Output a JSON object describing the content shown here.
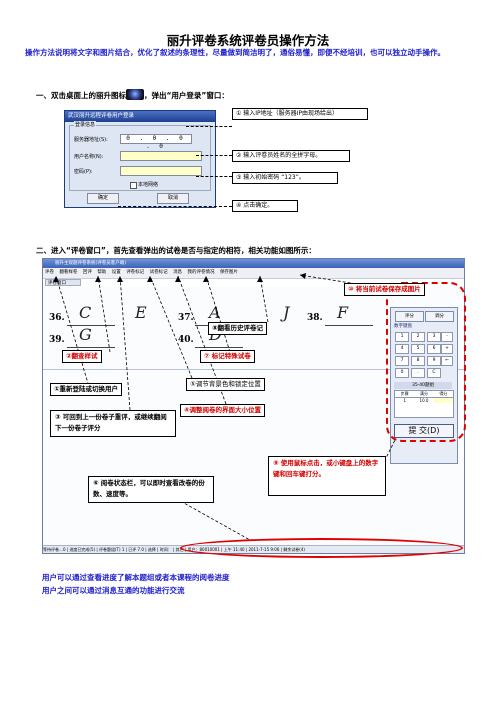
{
  "doc": {
    "title": "丽升评卷系统评卷员操作方法",
    "intro": "操作方法说明将文字和图片结合，优化了叙述的条理性，尽量做到简洁明了，通俗易懂，即便不经培训，也可以独立动手操作。",
    "section1": {
      "before_icon": "一、双击桌面上的丽升图标",
      "after_icon": "，弹出“用户登录”窗口："
    },
    "section2": "二、进入“评卷窗口”，首先查看弹出的试卷是否与指定的相符，相关功能如图所示：",
    "footer_lines": [
      "用户可以通过查看进度了解本题组或者本课程的阅卷进度",
      "用户之间可以通过消息互通的功能进行交流"
    ]
  },
  "login": {
    "window_title": "武汉丽升远程评卷用户登录",
    "group_legend": "登录信息",
    "server_label": "服务器地址(S):",
    "server_value": "0 . 0 . 0 . 0",
    "user_label": "用户名称(N):",
    "password_label": "密码(P):",
    "lan_label": "本地网络",
    "ok_button": "确定",
    "cancel_button": "取消",
    "callouts": [
      "① 输入IP地址（服务器IP由现场给出）",
      "② 输入评卷员姓名的全拼字母。",
      "③ 输入初始密码 “123”。",
      "④ 点击确定。"
    ]
  },
  "app": {
    "title": "丽升主观题评卷系统(评卷员客户端)",
    "menu": [
      "评卷",
      "翻看样卷",
      "回评",
      "帮助",
      "设置",
      "评卷标记",
      "试卷标记",
      "消息",
      "我的评卷情况",
      "保存图片"
    ],
    "tab": "评卷窗口",
    "questions": [
      {
        "num": "36.",
        "answer": "C"
      },
      {
        "num": "37.",
        "answer": "A"
      },
      {
        "num": "38.",
        "answer": "F"
      },
      {
        "num": "39.",
        "answer": "G"
      },
      {
        "num": "40.",
        "answer": "D"
      }
    ],
    "handwriting_right": [
      "E",
      "J"
    ],
    "keypad": {
      "tab_score": "评分",
      "tab_tune": "调分",
      "title": "数字键盘",
      "keys": [
        "1",
        "2",
        "3",
        "4",
        "5",
        "6",
        "7",
        "8",
        "9",
        "0",
        ".",
        "-",
        "+",
        "←",
        "C"
      ],
      "score_title": "35-40题组",
      "table_headers": [
        "步骤",
        "满分",
        "得分"
      ],
      "table_row": [
        "1",
        "10.0",
        ""
      ],
      "submit": "提 交(D)"
    },
    "statusbar": [
      "等待评卷…0",
      "进度已完成(5)",
      "评卷题组(T) 1",
      "已评 7.0",
      "选择",
      "时间：",
      "其它",
      "用户：80010001",
      "上午 11:40",
      "2011-7-15 9:06",
      "剩余试卷(4)"
    ]
  },
  "labels": {
    "save_image": "⑩ 将当前试卷保存成图片",
    "history": "⑧翻看历史评卷记",
    "sample": "②翻查样试",
    "mark_special": "⑦ 标记特殊试卷",
    "relogin": "①重新登陆或切换用户",
    "bg_color": "⑤调节背景色和锁定位置",
    "resize": "④调整阅卷的界面大小位置",
    "navigate": "③ 可回到上一份卷子重评，或继续翻阅下一份卷子评分",
    "keyboard": "⑨ 使用鼠标点击，或小键盘上的数字键和回车键打分。",
    "status": "⑥ 阅卷状态栏，可以即时查看改卷的份数、速度等。"
  },
  "colors": {
    "accent_blue": "#2222cc",
    "callout_red": "#d10000"
  }
}
